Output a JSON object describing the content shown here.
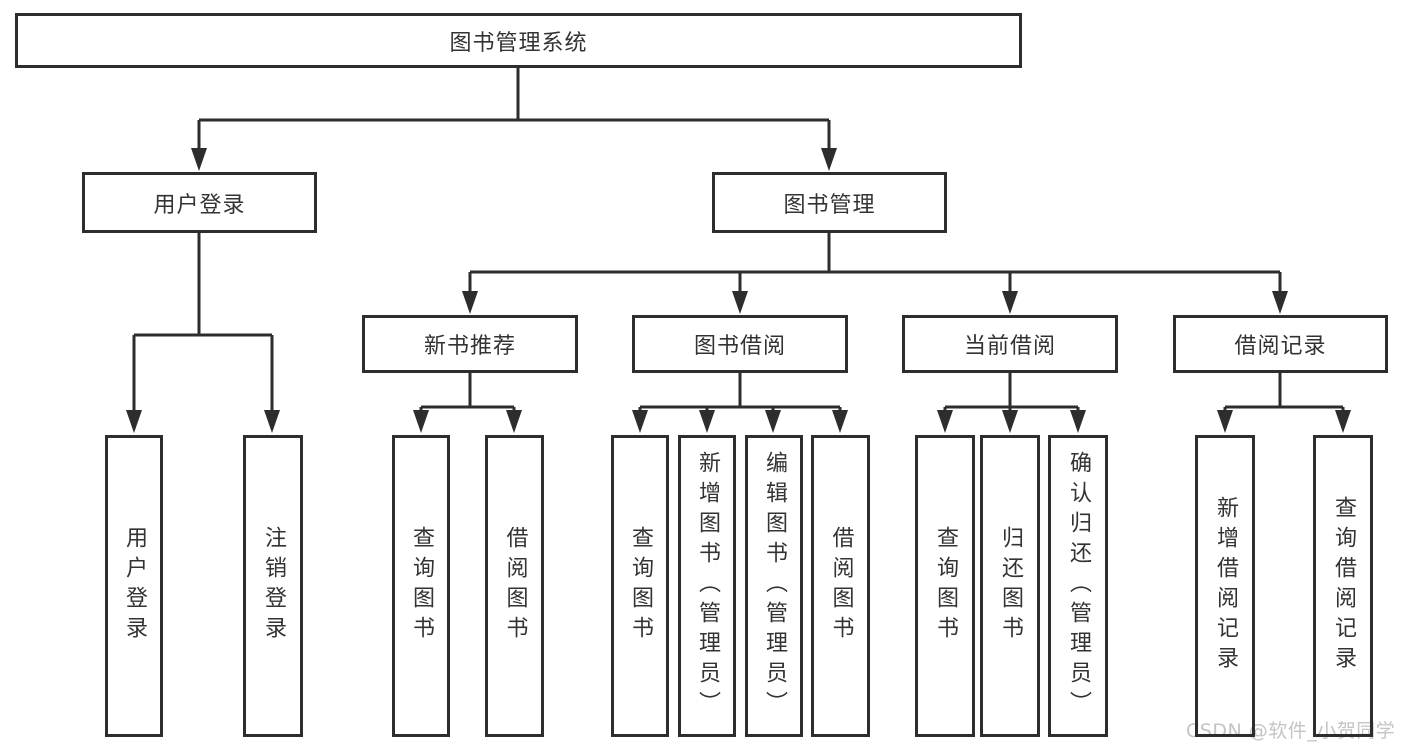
{
  "nodes": {
    "root": "图书管理系统",
    "user_login_branch": "用户登录",
    "book_mgmt_branch": "图书管理",
    "new_book_rec": "新书推荐",
    "book_borrow": "图书借阅",
    "current_borrow": "当前借阅",
    "borrow_records": "借阅记录",
    "leaf_user_login": "用户登录",
    "leaf_logout": "注销登录",
    "leaf_query_book_a": "查询图书",
    "leaf_borrow_book_a": "借阅图书",
    "leaf_query_book_b": "查询图书",
    "leaf_add_book": "新增图书（管理员）",
    "leaf_edit_book": "编辑图书（管理员）",
    "leaf_borrow_book_b": "借阅图书",
    "leaf_query_book_c": "查询图书",
    "leaf_return_book": "归还图书",
    "leaf_confirm_return": "确认归还（管理员）",
    "leaf_add_record": "新增借阅记录",
    "leaf_query_record": "查询借阅记录"
  },
  "watermark": "CSDN @软件_小贺同学",
  "colors": {
    "line": "#2d2d2d",
    "text": "#333333",
    "watermark": "#c4c4c4"
  }
}
